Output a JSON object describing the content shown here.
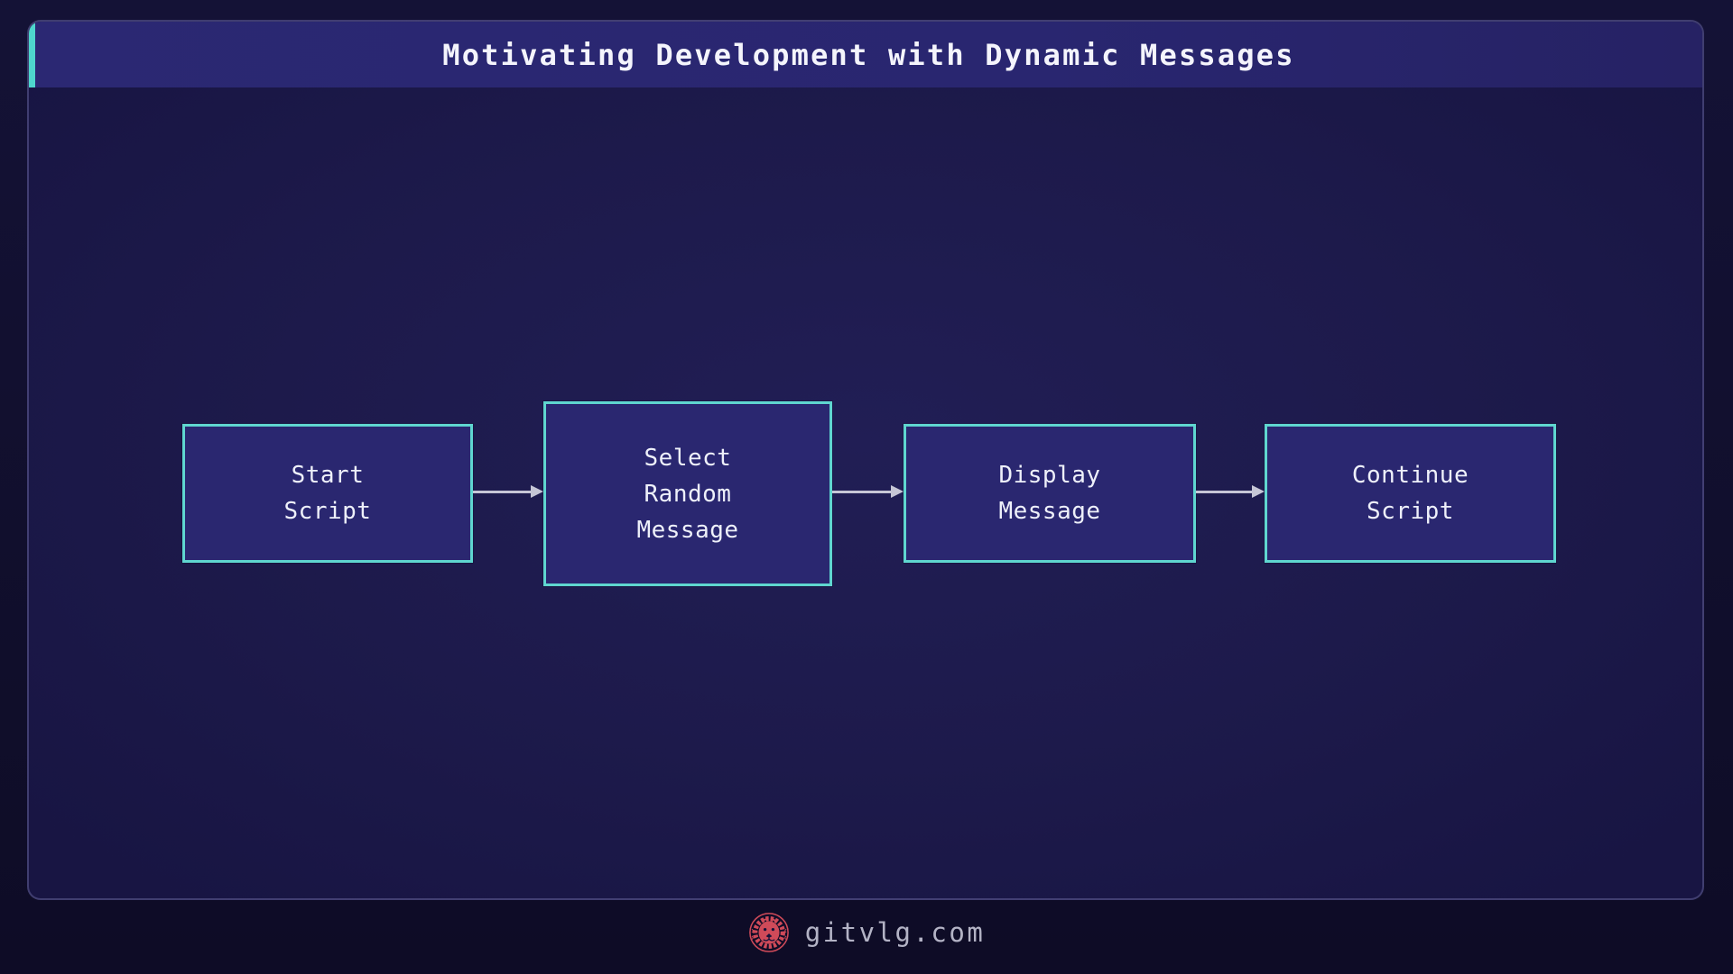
{
  "title": "Motivating Development with Dynamic Messages",
  "diagram": {
    "type": "flowchart-left-to-right",
    "nodes": [
      {
        "id": "start-script",
        "label": "Start\nScript"
      },
      {
        "id": "select-random",
        "label": "Select\nRandom\nMessage"
      },
      {
        "id": "display-message",
        "label": "Display\nMessage"
      },
      {
        "id": "continue-script",
        "label": "Continue\nScript"
      }
    ],
    "edges": [
      {
        "from": "start-script",
        "to": "select-random"
      },
      {
        "from": "select-random",
        "to": "display-message"
      },
      {
        "from": "display-message",
        "to": "continue-script"
      }
    ]
  },
  "footer": {
    "site": "gitvlg.com",
    "logo": "lion-logo"
  },
  "colors": {
    "page_background": "#110f2d",
    "panel_background": "#1d1a4b",
    "panel_border": "#7a77b0",
    "header_background": "#2a2770",
    "header_accent_teal": "#4ed6cd",
    "node_fill": "#2a2770",
    "node_border": "#5fd6d0",
    "node_text": "#eef0fa",
    "arrow": "#c6c6d6",
    "title_text": "#f4f4fc",
    "footer_text": "#b3b3c5",
    "logo_red": "#cf4a59"
  }
}
